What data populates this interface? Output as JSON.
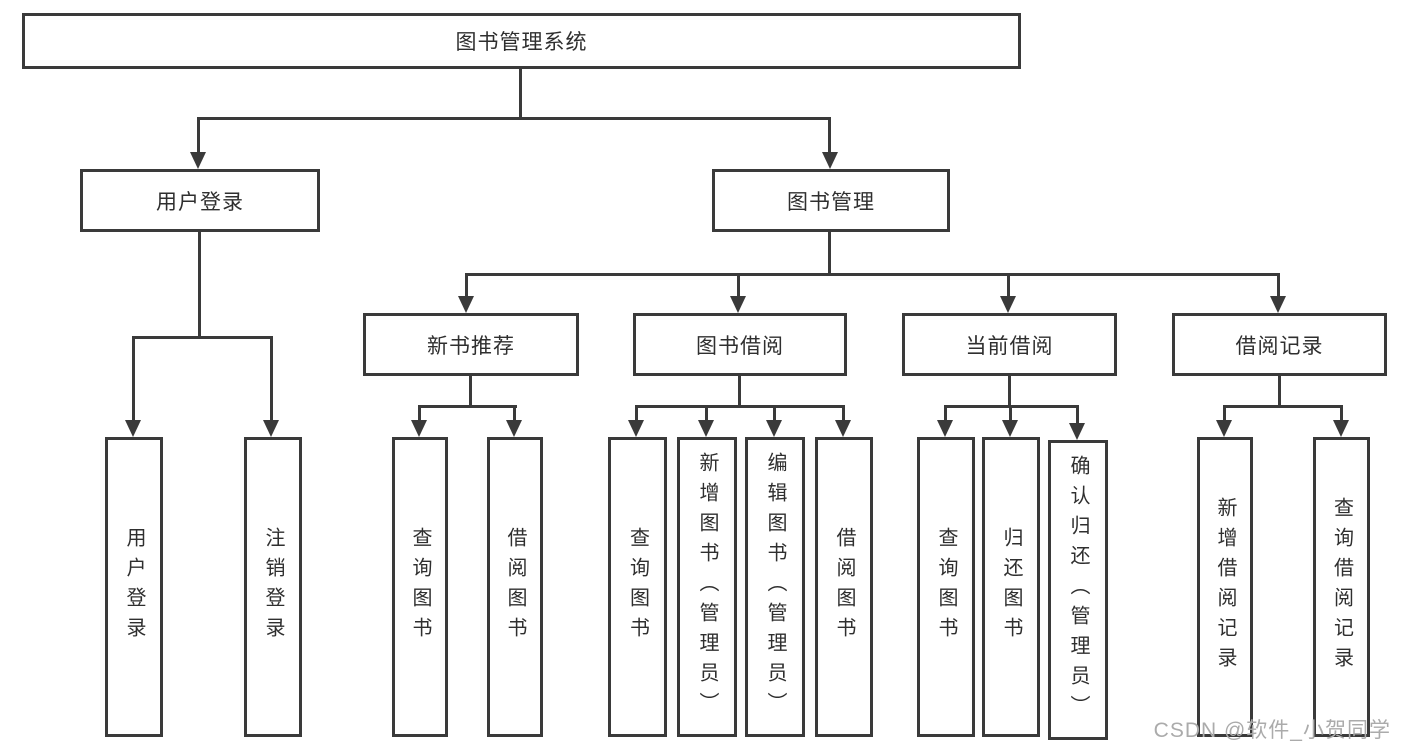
{
  "diagram": {
    "title": "图书管理系统",
    "type": "hierarchy-tree",
    "colors": {
      "line": "#3a3a3a",
      "text": "#2f2f2f",
      "background": "#ffffff",
      "watermark": "#ababab"
    },
    "nodes": {
      "root": {
        "label": "图书管理系统"
      },
      "user_login": {
        "label": "用户登录"
      },
      "book_management": {
        "label": "图书管理"
      },
      "new_book_recommend": {
        "label": "新书推荐"
      },
      "book_borrow": {
        "label": "图书借阅"
      },
      "current_borrow": {
        "label": "当前借阅"
      },
      "borrow_records": {
        "label": "借阅记录"
      },
      "leaf_user_login": {
        "label": "用户登录"
      },
      "leaf_logout": {
        "label": "注销登录"
      },
      "leaf_query_book_rec": {
        "label": "查询图书"
      },
      "leaf_borrow_book_rec": {
        "label": "借阅图书"
      },
      "leaf_query_book_borrow": {
        "label": "查询图书"
      },
      "leaf_add_book": {
        "label": "新增图书（管理员）"
      },
      "leaf_edit_book": {
        "label": "编辑图书（管理员）"
      },
      "leaf_borrow_book": {
        "label": "借阅图书"
      },
      "leaf_query_book_current": {
        "label": "查询图书"
      },
      "leaf_return_book": {
        "label": "归还图书"
      },
      "leaf_confirm_return": {
        "label": "确认归还（管理员）"
      },
      "leaf_add_borrow_record": {
        "label": "新增借阅记录"
      },
      "leaf_query_borrow_record": {
        "label": "查询借阅记录"
      }
    },
    "edges": [
      [
        "root",
        "user_login"
      ],
      [
        "root",
        "book_management"
      ],
      [
        "user_login",
        "leaf_user_login"
      ],
      [
        "user_login",
        "leaf_logout"
      ],
      [
        "book_management",
        "new_book_recommend"
      ],
      [
        "book_management",
        "book_borrow"
      ],
      [
        "book_management",
        "current_borrow"
      ],
      [
        "book_management",
        "borrow_records"
      ],
      [
        "new_book_recommend",
        "leaf_query_book_rec"
      ],
      [
        "new_book_recommend",
        "leaf_borrow_book_rec"
      ],
      [
        "book_borrow",
        "leaf_query_book_borrow"
      ],
      [
        "book_borrow",
        "leaf_add_book"
      ],
      [
        "book_borrow",
        "leaf_edit_book"
      ],
      [
        "book_borrow",
        "leaf_borrow_book"
      ],
      [
        "current_borrow",
        "leaf_query_book_current"
      ],
      [
        "current_borrow",
        "leaf_return_book"
      ],
      [
        "current_borrow",
        "leaf_confirm_return"
      ],
      [
        "borrow_records",
        "leaf_add_borrow_record"
      ],
      [
        "borrow_records",
        "leaf_query_borrow_record"
      ]
    ],
    "watermark": {
      "text": "CSDN @软件_小贺同学"
    }
  }
}
